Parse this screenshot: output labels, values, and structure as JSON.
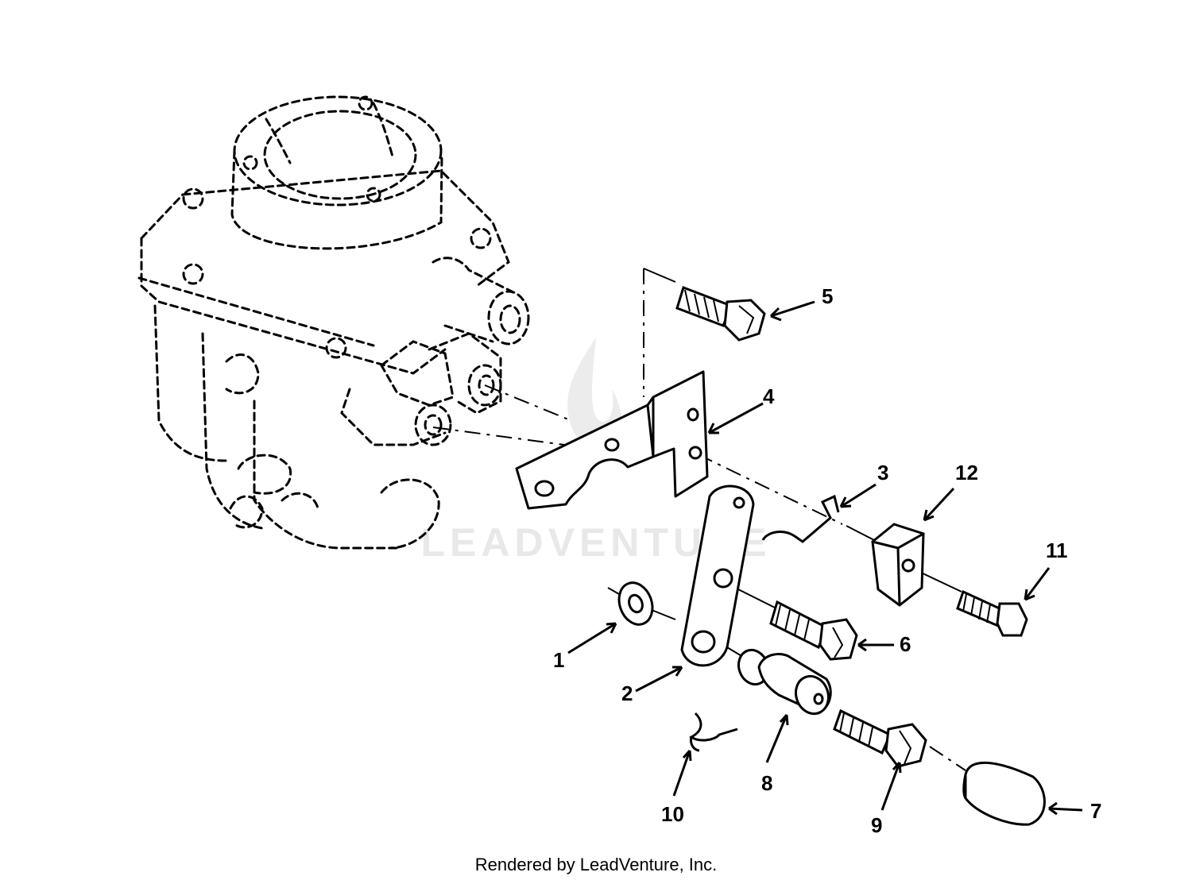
{
  "diagram": {
    "watermark_text": "LEADVENTURE",
    "callouts": [
      {
        "id": "1",
        "label": "1"
      },
      {
        "id": "2",
        "label": "2"
      },
      {
        "id": "3",
        "label": "3"
      },
      {
        "id": "4",
        "label": "4"
      },
      {
        "id": "5",
        "label": "5"
      },
      {
        "id": "6",
        "label": "6"
      },
      {
        "id": "7",
        "label": "7"
      },
      {
        "id": "8",
        "label": "8"
      },
      {
        "id": "9",
        "label": "9"
      },
      {
        "id": "10",
        "label": "10"
      },
      {
        "id": "11",
        "label": "11"
      },
      {
        "id": "12",
        "label": "12"
      }
    ]
  },
  "footer": {
    "text": "Rendered by LeadVenture, Inc."
  }
}
